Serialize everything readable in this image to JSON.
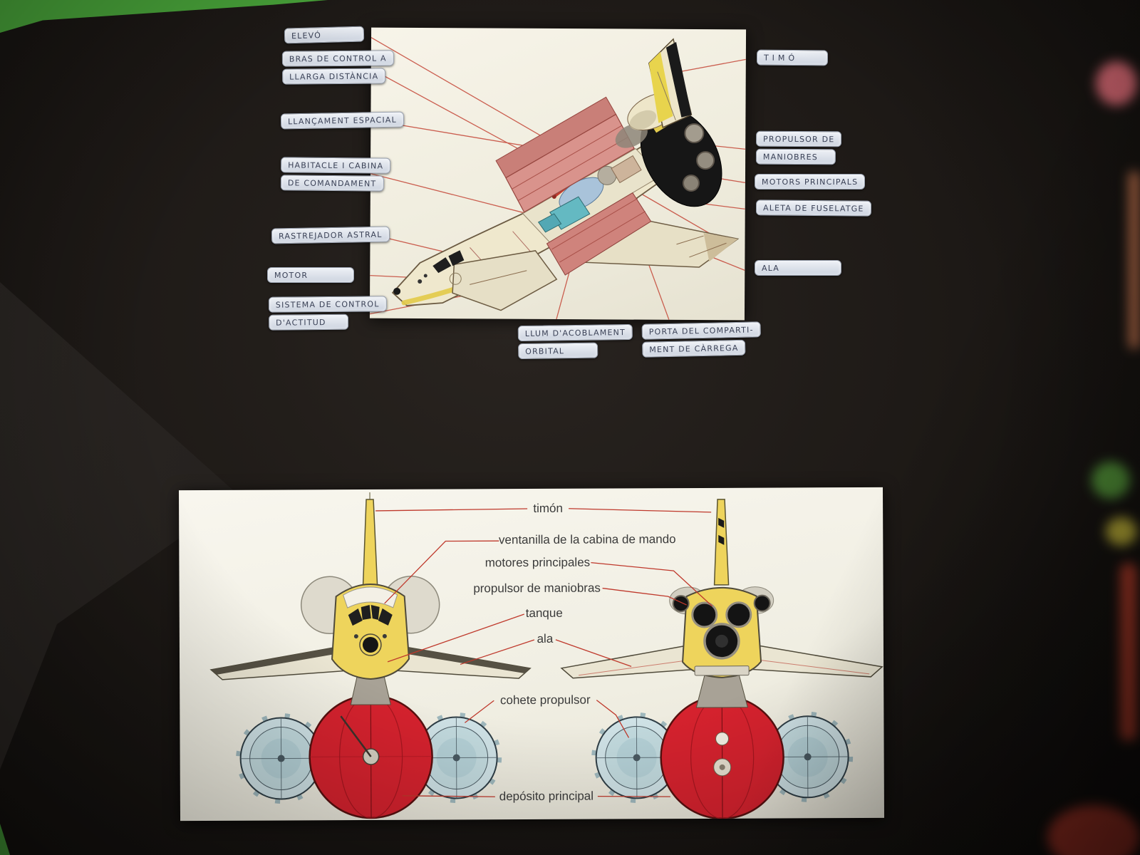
{
  "scene": {
    "palette": {
      "paper_black": "#1c1815",
      "card_white": "#f2efe4",
      "label_bg": "#dde3ec",
      "leader_line_red": "#c0392b",
      "shuttle_yellow": "#eed45c",
      "door_pink": "#d48f88",
      "tank_red": "#d6222e",
      "booster_blue": "#cfe2e6"
    }
  },
  "top_diagram": {
    "labels_left": [
      {
        "lines": [
          "ELEVÓ"
        ]
      },
      {
        "lines": [
          "BRAS DE CONTROL A",
          "LLARGA DISTÀNCIA"
        ]
      },
      {
        "lines": [
          "LLANÇAMENT ESPACIAL"
        ]
      },
      {
        "lines": [
          "HABITACLE I CABINA",
          "DE COMANDAMENT"
        ]
      },
      {
        "lines": [
          "RASTREJADOR ASTRAL"
        ]
      },
      {
        "lines": [
          "MOTOR"
        ]
      },
      {
        "lines": [
          "SISTEMA DE CONTROL",
          "D'ACTITUD"
        ]
      }
    ],
    "labels_bottom": [
      {
        "lines": [
          "LLUM D'ACOBLAMENT",
          "ORBITAL"
        ]
      },
      {
        "lines": [
          "PORTA DEL COMPARTI-",
          "MENT DE CÀRREGA"
        ]
      }
    ],
    "labels_right": [
      {
        "lines": [
          "TIMÓ"
        ]
      },
      {
        "lines": [
          "PROPULSOR DE",
          "MANIOBRES"
        ]
      },
      {
        "lines": [
          "MOTORS PRINCIPALS"
        ]
      },
      {
        "lines": [
          "ALETA DE FUSELATGE"
        ]
      },
      {
        "lines": [
          "ALA"
        ]
      }
    ]
  },
  "bottom_diagram": {
    "labels": [
      "timón",
      "ventanilla de la cabina de mando",
      "motores principales",
      "propulsor de maniobras",
      "tanque",
      "ala",
      "cohete propulsor",
      "depósito principal"
    ]
  }
}
